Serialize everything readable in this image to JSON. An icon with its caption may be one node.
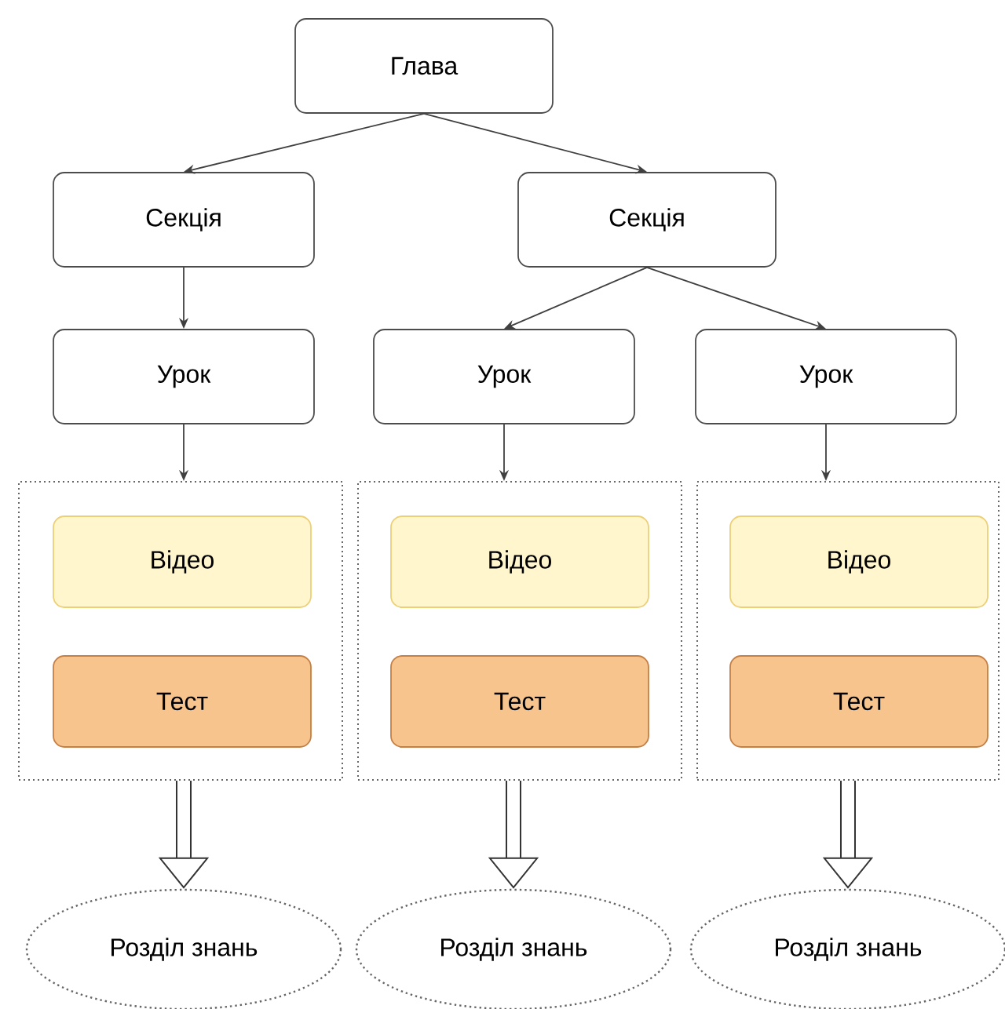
{
  "diagram": {
    "nodes": [
      {
        "text": [
          "Глава"
        ]
      },
      {
        "text": [
          "Секція"
        ]
      },
      {
        "text": [
          "Секція"
        ]
      },
      {
        "text": [
          "Урок"
        ]
      },
      {
        "text": [
          "Урок"
        ]
      },
      {
        "text": [
          "Урок"
        ]
      },
      {
        "text": [],
        "shape": "box"
      },
      {
        "text": [
          "Відео"
        ],
        "in": 6
      },
      {
        "text": [
          "Тест"
        ],
        "in": 6
      },
      {
        "text": [],
        "shape": "box"
      },
      {
        "text": [
          "Відео"
        ],
        "in": 9
      },
      {
        "text": [
          "Тест"
        ],
        "in": 9
      },
      {
        "text": [],
        "shape": "box"
      },
      {
        "text": [
          "Відео"
        ],
        "in": 12
      },
      {
        "text": [
          "Тест"
        ],
        "in": 12
      },
      {
        "text": [
          "Розділ знань"
        ]
      },
      {
        "text": [
          "Розділ знань"
        ]
      },
      {
        "text": [
          "Розділ знань"
        ]
      }
    ],
    "edges": [
      {
        "from": 0,
        "to": 1,
        "arrow": "to"
      },
      {
        "from": 0,
        "to": 2,
        "arrow": "to"
      },
      {
        "from": 1,
        "to": 3,
        "arrow": "to"
      },
      {
        "from": 2,
        "to": 4,
        "arrow": "to"
      },
      {
        "from": 2,
        "to": 5,
        "arrow": "to"
      },
      {
        "from": 3,
        "to": 6,
        "arrow": "to"
      },
      {
        "from": 4,
        "to": 9,
        "arrow": "to"
      },
      {
        "from": 5,
        "to": 12,
        "arrow": "to"
      },
      {
        "from": 6,
        "to": 15,
        "arrow": "to",
        "style": "thick"
      },
      {
        "from": 9,
        "to": 16,
        "arrow": "to",
        "style": "thick"
      },
      {
        "from": 12,
        "to": 17,
        "arrow": "to",
        "style": "thick"
      }
    ]
  }
}
